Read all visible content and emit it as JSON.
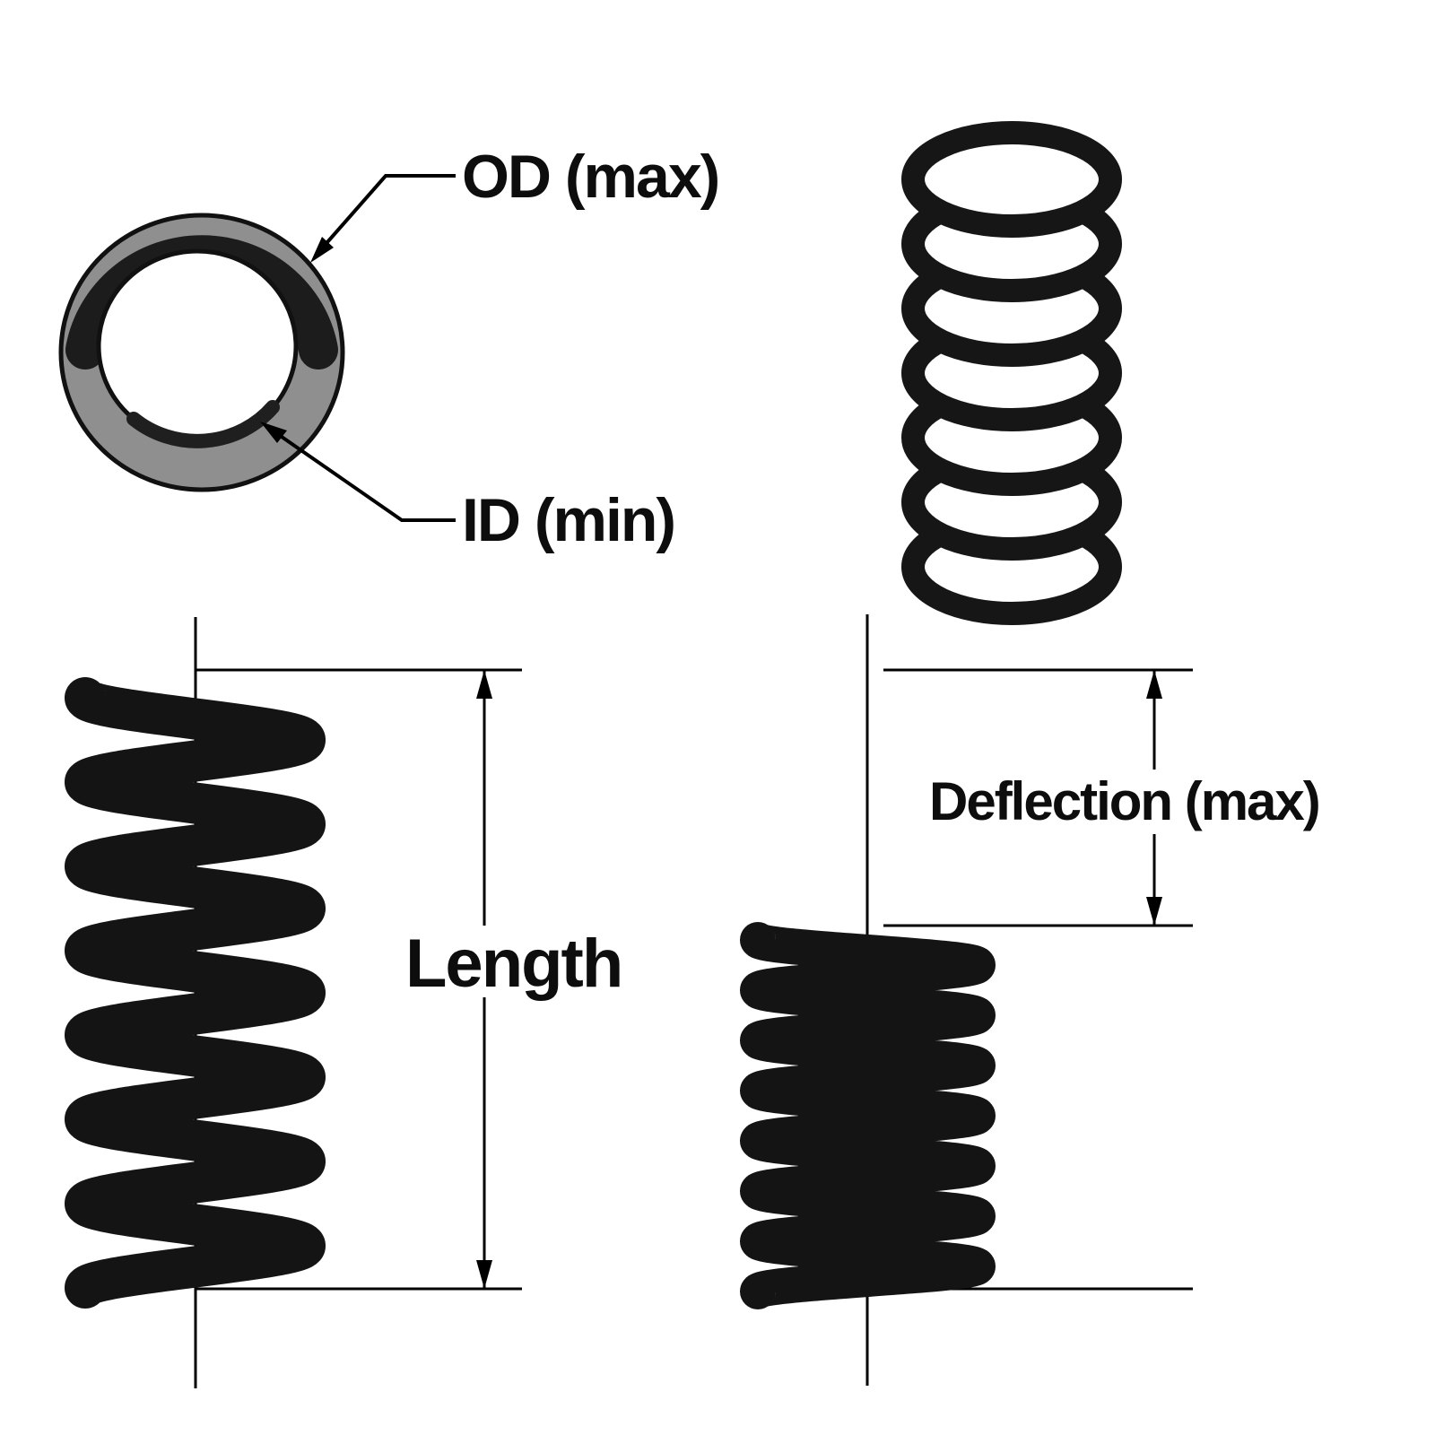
{
  "diagram": {
    "title": "Compression spring dimension diagram",
    "labels": {
      "od_max": "OD (max)",
      "id_min": "ID (min)",
      "length": "Length",
      "deflection_max": "Deflection (max)"
    },
    "colors": {
      "line": "#000000",
      "wire": "#141414",
      "ring_gray": "#8f8f8f",
      "background": "#ffffff"
    }
  }
}
